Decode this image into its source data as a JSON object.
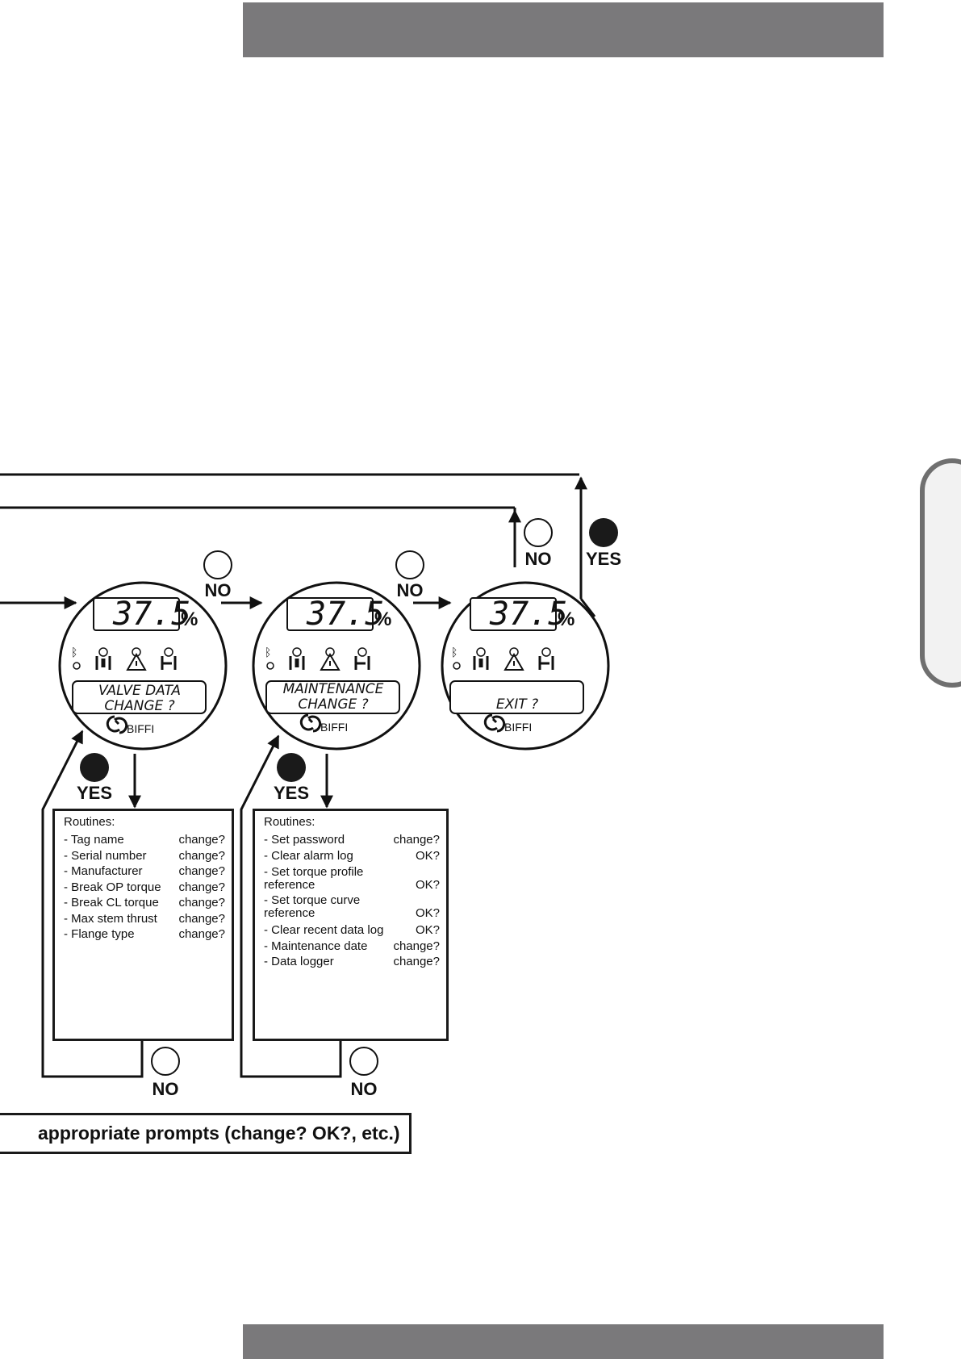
{
  "displays": [
    {
      "value": "37.5",
      "unit": "%",
      "message_line1": "VALVE DATA",
      "message_line2": "CHANGE ?",
      "brand": "BIFFI"
    },
    {
      "value": "37.5",
      "unit": "%",
      "message_line1": "MAINTENANCE",
      "message_line2": "CHANGE ?",
      "brand": "BIFFI"
    },
    {
      "value": "37.5",
      "unit": "%",
      "message_line1": "",
      "message_line2": "EXIT ?",
      "brand": "BIFFI"
    }
  ],
  "buttons": {
    "no": "NO",
    "yes": "YES"
  },
  "valve_data_routines": {
    "title": "Routines:",
    "items": [
      {
        "label": "- Tag name",
        "prompt": "change?"
      },
      {
        "label": "- Serial number",
        "prompt": "change?"
      },
      {
        "label": "- Manufacturer",
        "prompt": "change?"
      },
      {
        "label": "- Break OP torque",
        "prompt": "change?"
      },
      {
        "label": "- Break CL torque",
        "prompt": "change?"
      },
      {
        "label": "- Max stem thrust",
        "prompt": "change?"
      },
      {
        "label": "- Flange type",
        "prompt": "change?"
      }
    ]
  },
  "maintenance_routines": {
    "title": "Routines:",
    "items": [
      {
        "label": "- Set password",
        "prompt": "change?"
      },
      {
        "label": "- Clear alarm log",
        "prompt": "OK?"
      },
      {
        "label": "- Set torque profile\n   reference",
        "prompt": "OK?"
      },
      {
        "label": "- Set torque curve\n   reference",
        "prompt": "OK?"
      },
      {
        "label": "- Clear recent data log",
        "prompt": "OK?"
      },
      {
        "label": "- Maintenance date",
        "prompt": "change?"
      },
      {
        "label": "- Data logger",
        "prompt": "change?"
      }
    ]
  },
  "banner_text": "appropriate prompts (change? OK?, etc.)",
  "colors": {
    "header_bar": "#7a797b",
    "ink": "#111111",
    "button_filled": "#1a1a1a"
  }
}
